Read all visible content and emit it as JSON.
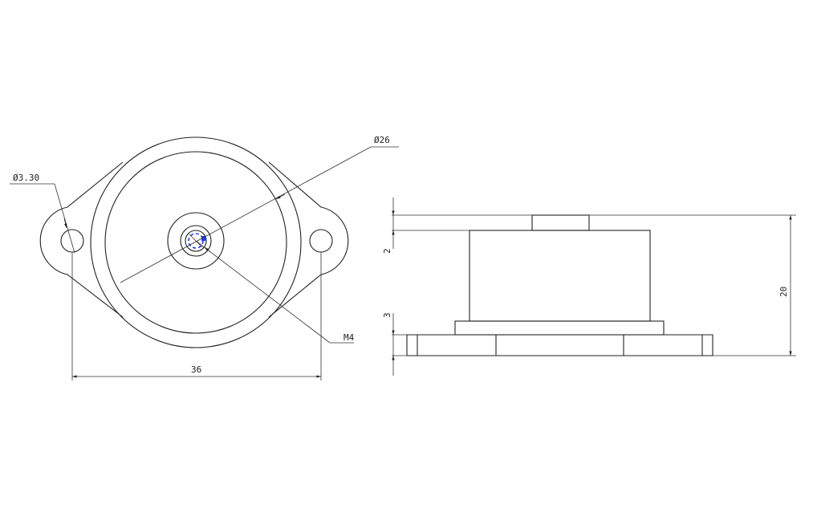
{
  "dimensions": {
    "hole_diameter": "Ø3.30",
    "outer_diameter": "Ø26",
    "thread": "M4",
    "hole_spacing": "36",
    "top_step": "2",
    "base_step": "3",
    "total_height": "20"
  },
  "colors": {
    "line": "#222222",
    "center_mark": "#1e3cdc"
  }
}
